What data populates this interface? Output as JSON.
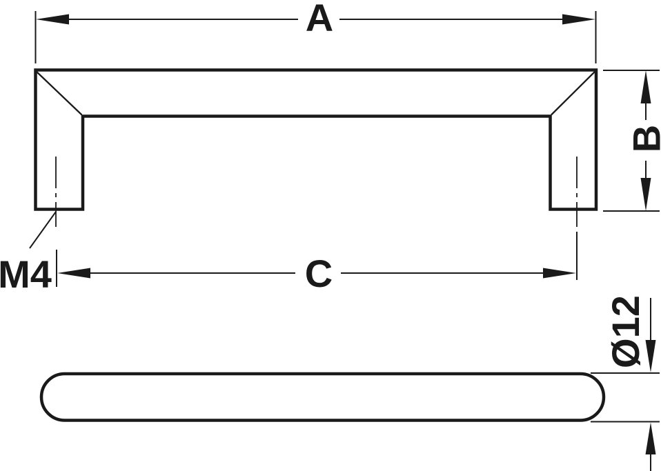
{
  "drawing": {
    "line_color": "#1a1a1a",
    "text_color": "#1a1a1a",
    "background": "#ffffff",
    "labels": {
      "overall_length": "A",
      "height": "B",
      "hole_spacing": "C",
      "thread": "M4",
      "diameter": "Ø12"
    }
  }
}
